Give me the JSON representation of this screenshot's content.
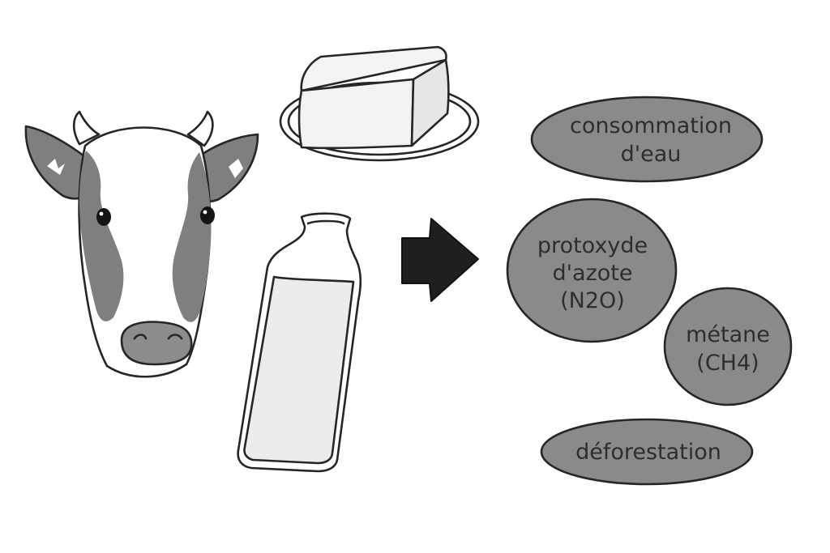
{
  "colors": {
    "bubble_fill": "#8a8a8a",
    "cow_patch": "#7f7f7f",
    "cow_nose": "#8c8c8c",
    "arrow": "#1f1f1f",
    "ink": "#262626",
    "milk": "#ececec",
    "paper": "#ffffff"
  },
  "illustrations": {
    "cow": "cow-head",
    "butter": "butter-on-dish",
    "milk": "milk-bottle",
    "arrow": "right-arrow"
  },
  "impacts": {
    "water": {
      "line1": "consommation",
      "line2": "d'eau"
    },
    "nitrous_oxide": {
      "line1": "protoxyde",
      "line2": "d'azote",
      "line3": "(N2O)"
    },
    "methane": {
      "line1": "métane",
      "line2": "(CH4)"
    },
    "deforestation": {
      "line1": "déforestation"
    }
  }
}
